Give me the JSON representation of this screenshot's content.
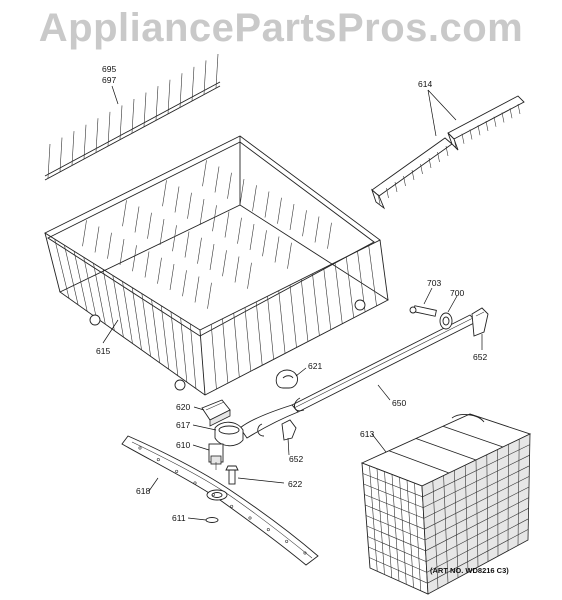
{
  "watermark": "AppliancePartsPros.com",
  "art_number": "(ART NO. WD8216 C3)",
  "callouts": {
    "c695": "695",
    "c697": "697",
    "c614": "614",
    "c615": "615",
    "c703": "703",
    "c700": "700",
    "c652a": "652",
    "c621": "621",
    "c650": "650",
    "c620": "620",
    "c617": "617",
    "c610": "610",
    "c652b": "652",
    "c613": "613",
    "c618": "618",
    "c622": "622",
    "c611": "611"
  }
}
